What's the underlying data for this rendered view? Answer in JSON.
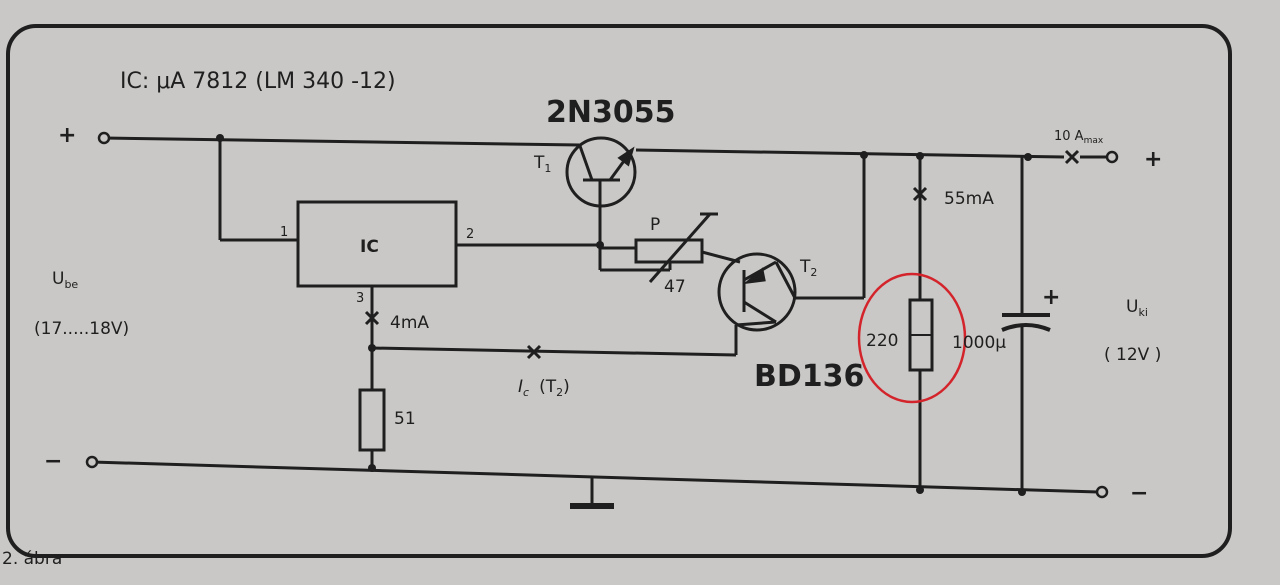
{
  "title": "IC: μA 7812 (LM 340 -12)",
  "caption": "2. ábra",
  "input": {
    "label": "U",
    "sub": "be",
    "range": "(17.....18V)",
    "plus": "+",
    "minus": "−"
  },
  "output": {
    "label": "U",
    "sub": "ki",
    "value": "( 12V )",
    "plus": "+",
    "minus": "−",
    "current_label": "10 A",
    "current_sub": "max"
  },
  "ic": {
    "label": "IC",
    "pin1": "1",
    "pin2": "2",
    "pin3": "3",
    "pin3_current": "4mA"
  },
  "t1": {
    "part": "2N3055",
    "ref": "T",
    "ref_sub": "1"
  },
  "t2": {
    "part": "BD136",
    "ref": "T",
    "ref_sub": "2",
    "collector_label": "I",
    "collector_sub": "c",
    "collector_paren": "(T",
    "collector_paren_sub": "2",
    "collector_close": ")"
  },
  "pot": {
    "ref": "P",
    "value": "47"
  },
  "r51": {
    "value": "51"
  },
  "r220": {
    "value": "220",
    "current": "55mA"
  },
  "cap": {
    "value": "1000μ",
    "plus": "+"
  },
  "colors": {
    "ink": "#1f1f1f",
    "paper": "#c9c8c6",
    "highlight": "#d4242b"
  }
}
